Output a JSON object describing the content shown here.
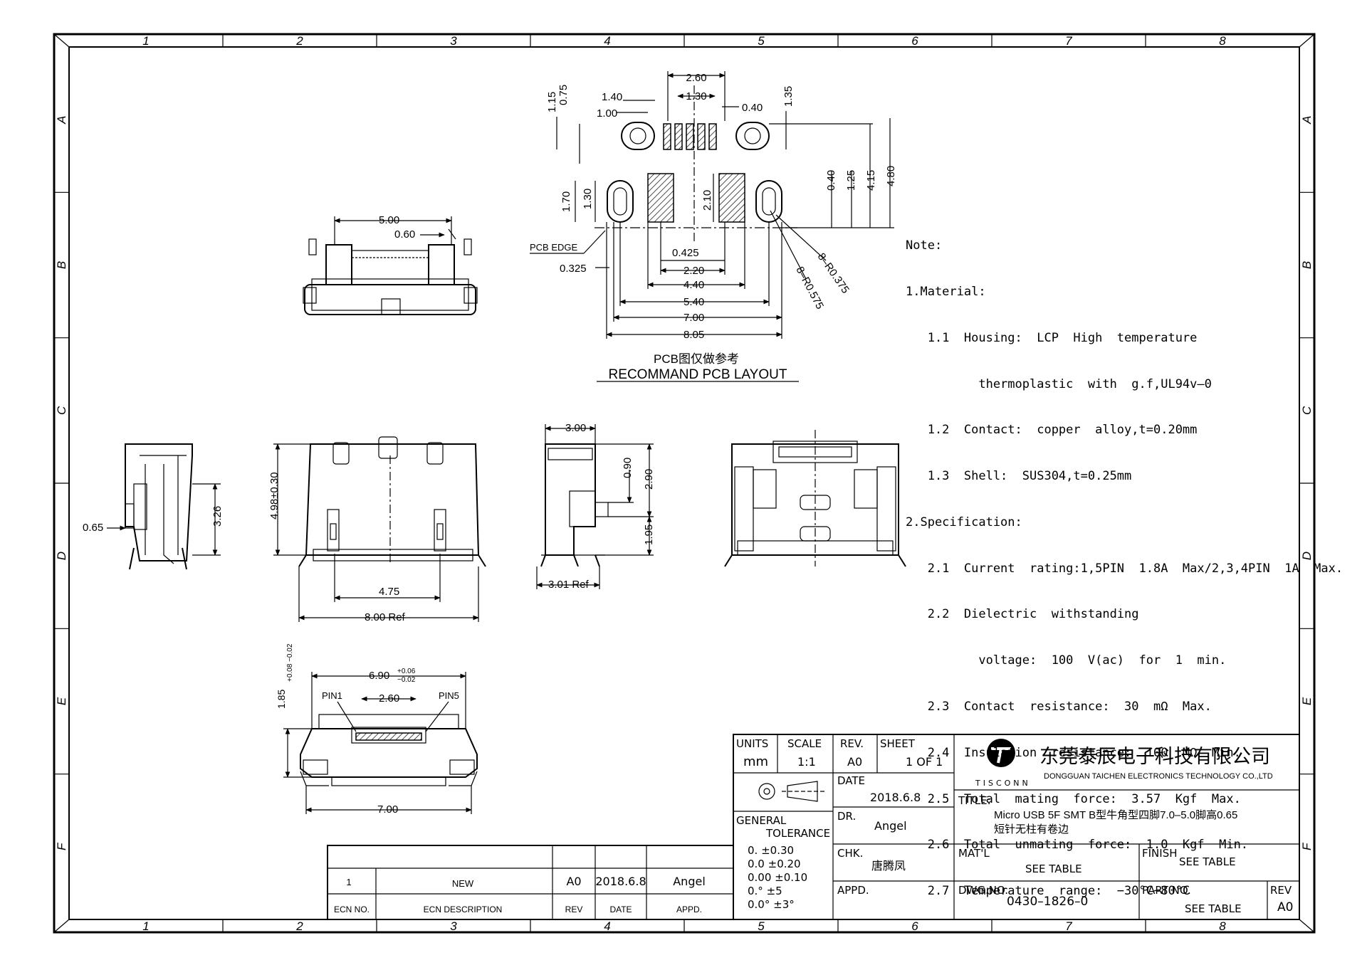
{
  "frame": {
    "columns": [
      "1",
      "2",
      "3",
      "4",
      "5",
      "6",
      "7",
      "8"
    ],
    "rows": [
      "A",
      "B",
      "C",
      "D",
      "E",
      "F"
    ]
  },
  "pcb_layout": {
    "dims": {
      "d260": "2.60",
      "d130": "1.30",
      "d140": "1.40",
      "d075": "0.75",
      "d115": "1.15",
      "d100": "1.00",
      "d040a": "0.40",
      "d135": "1.35",
      "d170": "1.70",
      "d130b": "1.30",
      "d210": "2.10",
      "d040b": "0.40",
      "d125": "1.25",
      "d415": "4.15",
      "d480": "4.80",
      "pcb_edge": "PCB EDGE",
      "d0325": "0.325",
      "d0425": "0.425",
      "d220": "2.20",
      "d440": "4.40",
      "d540": "5.40",
      "d700": "7.00",
      "d805": "8.05",
      "r0375": "8–R0.375",
      "r0575": "8–R0.575"
    },
    "caption_cn": "PCB图仅做参考",
    "caption_en": "RECOMMAND PCB LAYOUT"
  },
  "top_view": {
    "d500": "5.00",
    "d060": "0.60"
  },
  "side_view": {
    "d065": "0.65",
    "d326": "3.26"
  },
  "front_view": {
    "d498": "4.98±0.30",
    "d475": "4.75",
    "d800": "8.00 Ref"
  },
  "profile_view": {
    "d300": "3.00",
    "d090": "0.90",
    "d290": "2.90",
    "d195": "1.95",
    "d301": "3.01 Ref"
  },
  "mouth_view": {
    "d690": "6.90",
    "d690_tol_up": "+0.06",
    "d690_tol_dn": "−0.02",
    "d185": "1.85",
    "d185_tol": "+0.08 −0.02",
    "pin1": "PIN1",
    "pin5": "PIN5",
    "d260": "2.60",
    "d700": "7.00"
  },
  "notes": {
    "title": "Note:",
    "lines": [
      "1.Material:",
      "   1.1  Housing:  LCP  High  temperature",
      "          thermoplastic  with  g.f,UL94v–0",
      "   1.2  Contact:  copper  alloy,t=0.20mm",
      "   1.3  Shell:  SUS304,t=0.25mm",
      "2.Specification:",
      "   2.1  Current  rating:1,5PIN  1.8A  Max/2,3,4PIN  1A  Max.",
      "   2.2  Dielectric  withstanding",
      "          voltage:  100  V(ac)  for  1  min.",
      "   2.3  Contact  resistance:  30  mΩ  Max.",
      "   2.4  Insulation  resistance:  100  MΩ  Min.",
      "   2.5  Total  mating  force:  3.57  Kgf  Max.",
      "   2.6  Total  unmating  force:  1.0  Kgf  Min.",
      "   2.7  Temperature  range:  −30°C~80°C"
    ]
  },
  "title_block": {
    "units_label": "UNITS",
    "units": "mm",
    "scale_label": "SCALE",
    "scale": "1:1",
    "rev_label": "REV.",
    "rev": "A0",
    "sheet_label": "SHEET",
    "sheet": "1  OF  1",
    "company_cn": "东莞泰辰电子科技有限公司",
    "company_en": "DONGGUAN TAICHEN ELECTRONICS TECHNOLOGY CO.,LTD",
    "logo_text": "TISCONN",
    "date_label": "DATE",
    "date": "2018.6.8",
    "title_label": "TITLE:",
    "title_line1": "Micro  USB  5F  SMT  B型牛角型四脚7.0–5.0脚高0.65",
    "title_line2": "短针无柱有卷边",
    "gen_tol_label1": "GENERAL",
    "gen_tol_label2": "TOLERANCE",
    "tolerances": [
      "0.    ±0.30",
      "0.0   ±0.20",
      "0.00  ±0.10",
      "0.°   ±5",
      "0.0°  ±3°"
    ],
    "dr_label": "DR.",
    "dr": "Angel",
    "chk_label": "CHK.",
    "chk": "唐腾凤",
    "appd_label": "APPD.",
    "matl_label": "MAT'L",
    "matl": "SEE  TABLE",
    "finish_label": "FINISH",
    "finish": "SEE  TABLE",
    "dwg_label": "DWG.NO.",
    "dwg": "0430–1826–0",
    "partno_label": "PART  NO.",
    "partno": "SEE  TABLE",
    "rev2_label": "REV",
    "rev2": "A0"
  },
  "ecn": {
    "row": {
      "no": "1",
      "desc": "NEW",
      "rev": "A0",
      "date": "2018.6.8",
      "appd": "Angel"
    },
    "headers": {
      "no": "ECN NO.",
      "desc": "ECN   DESCRIPTION",
      "rev": "REV",
      "date": "DATE",
      "appd": "APPD."
    }
  }
}
